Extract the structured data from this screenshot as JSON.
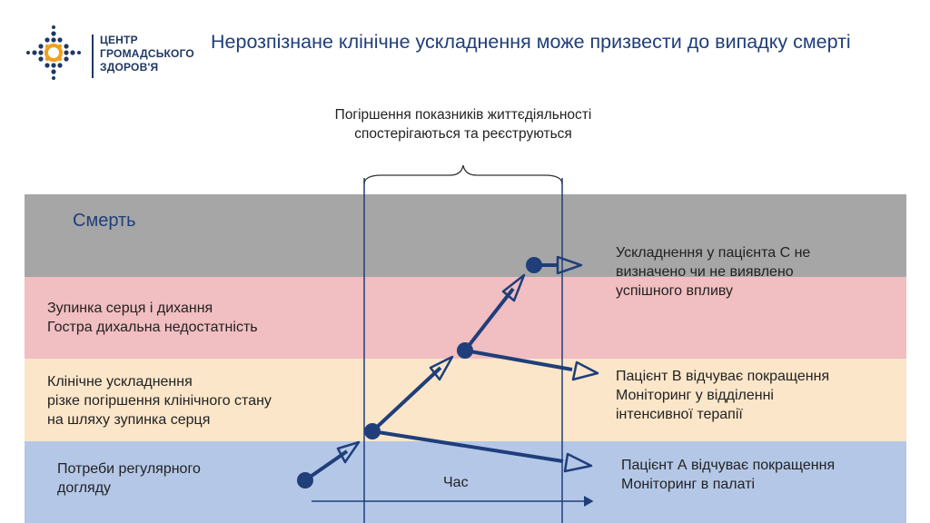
{
  "logo": {
    "lines": [
      "ЦЕНТР",
      "ГРОМАДСЬКОГО",
      "ЗДОРОВ'Я"
    ],
    "colors": {
      "primary": "#1f3864",
      "accent": "#f0a020"
    }
  },
  "title": "Нерозпізнане клінічне ускладнення може призвести до випадку смерті",
  "observation_note": [
    "Погіршення показників життєдіяльності",
    "спостерігаються та реєструються"
  ],
  "bands": {
    "death": "Смерть",
    "arrest": [
      "Зупинка серця і дихання",
      "Гостра дихальна недостатність"
    ],
    "complication": [
      "Клінічне ускладнення",
      "різке погіршення клінічного стану",
      "на шляху зупинка серця"
    ],
    "routine": [
      "Потреби регулярного",
      "догляду"
    ]
  },
  "outcomes": {
    "patient_c": [
      "Ускладнення у пацієнта С не",
      "визначено чи не виявлено",
      "успішного впливу"
    ],
    "patient_b": [
      "Пацієнт В відчуває покращення",
      "Моніторинг у відділенні",
      "інтенсивної терапії"
    ],
    "patient_a": [
      "Пацієнт А відчуває покращення",
      "Моніторинг в палаті"
    ]
  },
  "time_axis_label": "Час",
  "colors": {
    "arrow": "#1f3e7a",
    "death_band": "#a6a6a6",
    "arrest_band": "#f1bec1",
    "complication_band": "#fbe6c9",
    "routine_band": "#b4c7e7"
  }
}
